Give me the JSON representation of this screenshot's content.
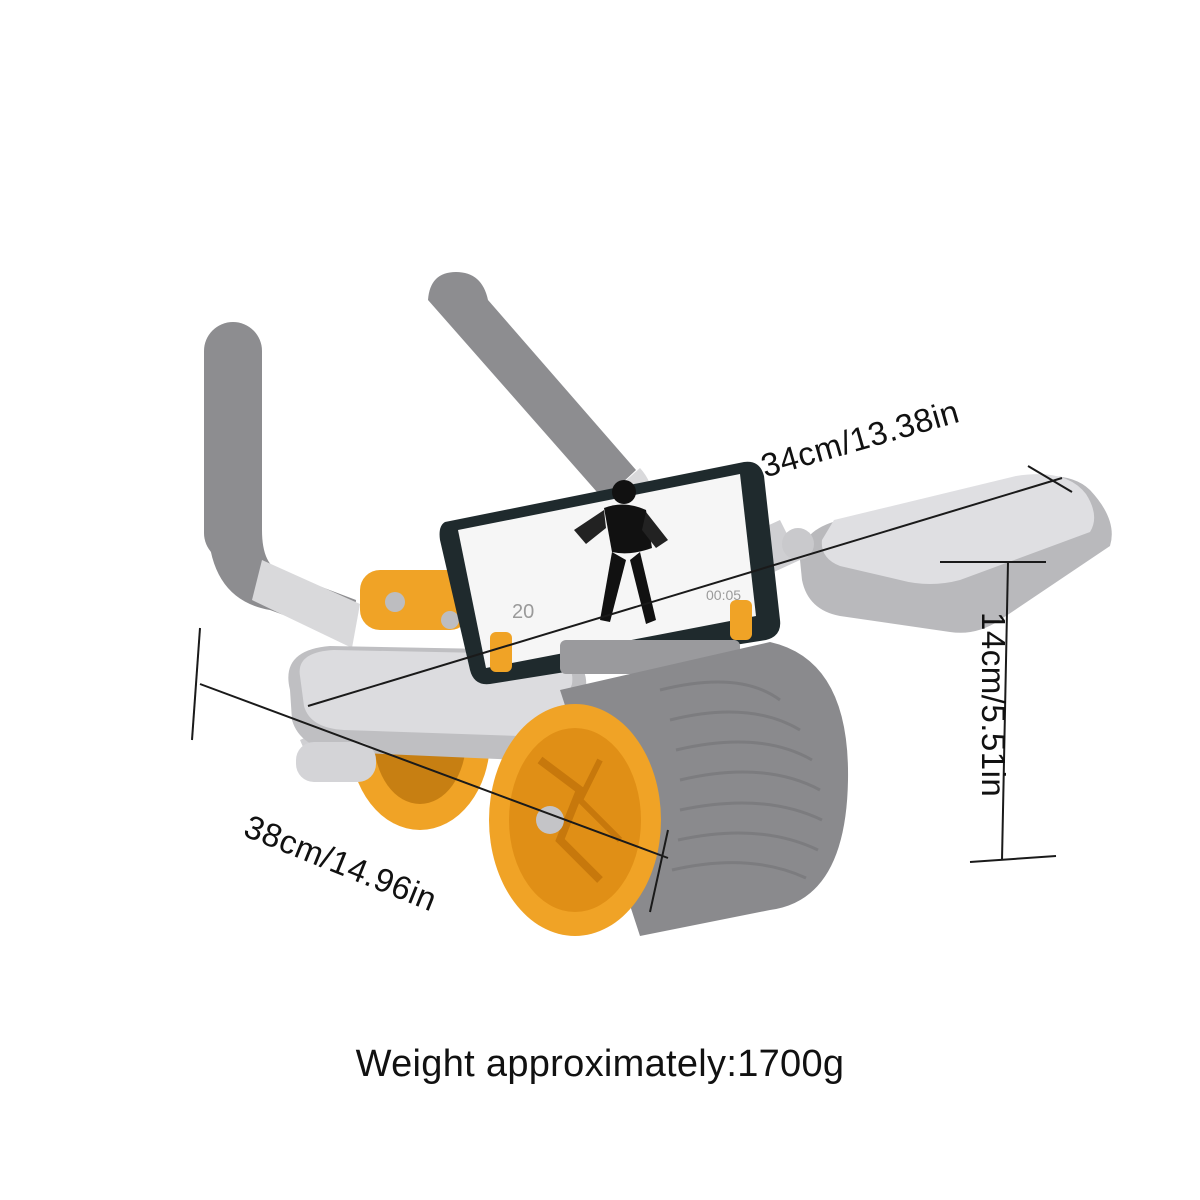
{
  "product": {
    "name_icon": "ab-roller-wheel-icon",
    "colors": {
      "body_gray": "#8e8e90",
      "light_gray": "#d8d8da",
      "orange": "#f0a326",
      "dark_line": "#1a1a1a"
    }
  },
  "dimensions": {
    "width_label": "34cm/13.38in",
    "length_label": "38cm/14.96in",
    "height_label": "14cm/5.51in"
  },
  "phone_screen": {
    "counter_text": "20",
    "timer_text": "00:05"
  },
  "weight": {
    "caption": "Weight approximately:1700g"
  }
}
